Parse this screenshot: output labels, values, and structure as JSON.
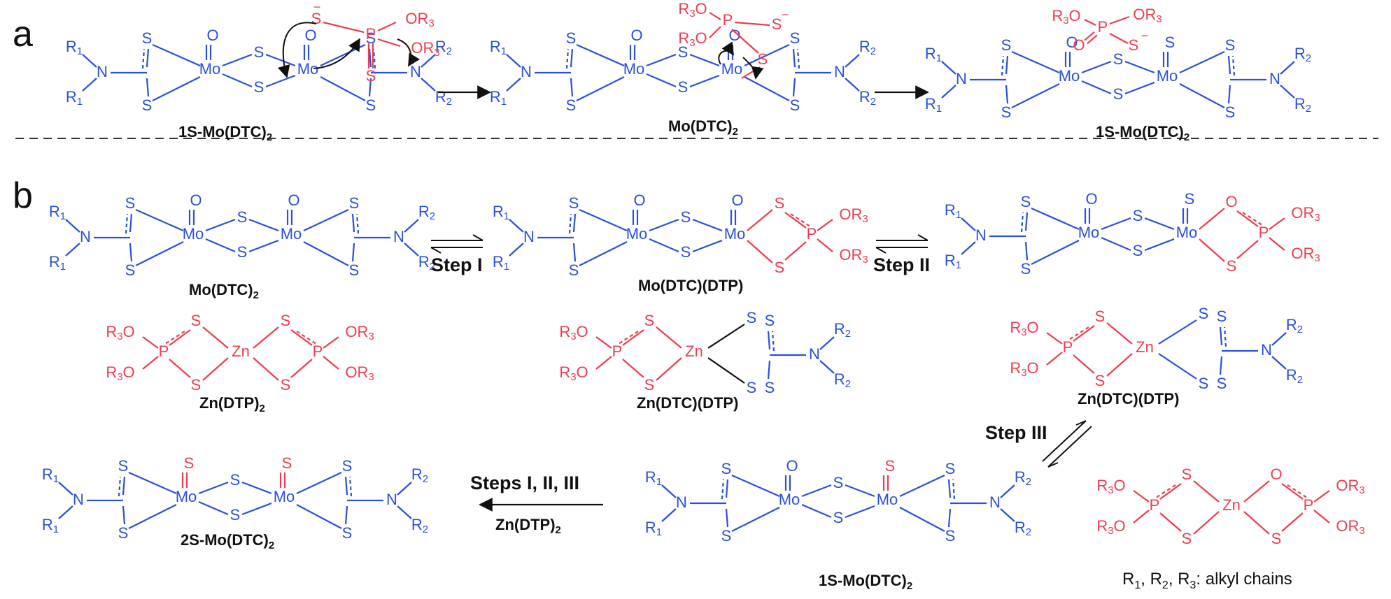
{
  "panels": {
    "a": "a",
    "b": "b"
  },
  "labels": {
    "a1": "1S-Mo(DTC)2",
    "a2": "Mo(DTC)2",
    "a3": "1S-Mo(DTC)2",
    "b_modtc2": "Mo(DTC)2",
    "b_modtcdtp": "Mo(DTC)(DTP)",
    "b_1smodtc2_top": "",
    "b_zndtp2": "Zn(DTP)2",
    "b_zndtcdtp_1": "Zn(DTC)(DTP)",
    "b_zndtcdtp_2": "Zn(DTC)(DTP)",
    "b_2smodtc2": "2S-Mo(DTC)2",
    "b_1smodtc2_bottom": "1S-Mo(DTC)2"
  },
  "steps": {
    "step1": "Step I",
    "step2": "Step II",
    "step3": "Step III",
    "steps_all": "Steps I, II, III",
    "reagent": "Zn(DTP)2"
  },
  "note": "R1, R2, R3: alkyl chains",
  "atoms": {
    "S": "S",
    "Mo": "Mo",
    "O": "O",
    "N": "N",
    "P": "P",
    "Zn": "Zn",
    "R1": "R1",
    "R2": "R2",
    "OR3": "OR3",
    "R3O": "R3O",
    "Sminus": "S−"
  },
  "colors": {
    "dtc": "#2b4fe0",
    "dtp": "#f23b4e",
    "text": "#111111"
  }
}
